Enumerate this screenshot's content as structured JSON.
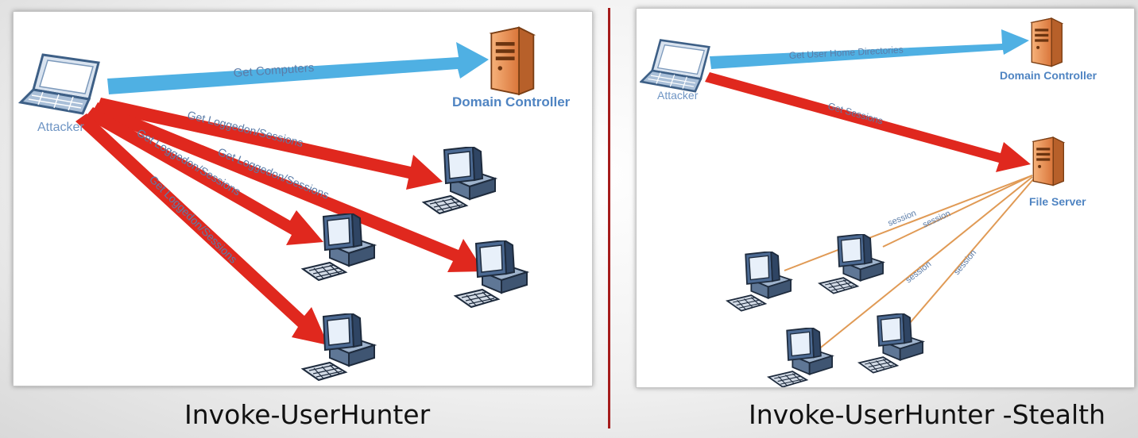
{
  "left": {
    "attacker": "Attacker",
    "domain_controller": "Domain Controller",
    "edge_get_computers": "Get Computers",
    "edge_sessions_1": "Get Loggedon/Sessions",
    "edge_sessions_2": "Get Loggedon/Sessions",
    "edge_sessions_3": "Get Loggedon/Sessions",
    "edge_sessions_4": "Get Loggedon/Sessions",
    "caption": "Invoke-UserHunter"
  },
  "right": {
    "attacker": "Attacker",
    "domain_controller": "Domain Controller",
    "file_server": "File Server",
    "edge_home_dirs": "Get User Home Directories",
    "edge_get_sessions": "Get Sessions",
    "session_labels": [
      "session",
      "session",
      "session",
      "session"
    ],
    "caption": "Invoke-UserHunter -Stealth"
  },
  "colors": {
    "blue_arrow": "#4fb0e3",
    "red_arrow": "#e0281e",
    "session_line": "#e09a55",
    "label_text": "#5b7ca8",
    "divider": "#a51c1c"
  }
}
